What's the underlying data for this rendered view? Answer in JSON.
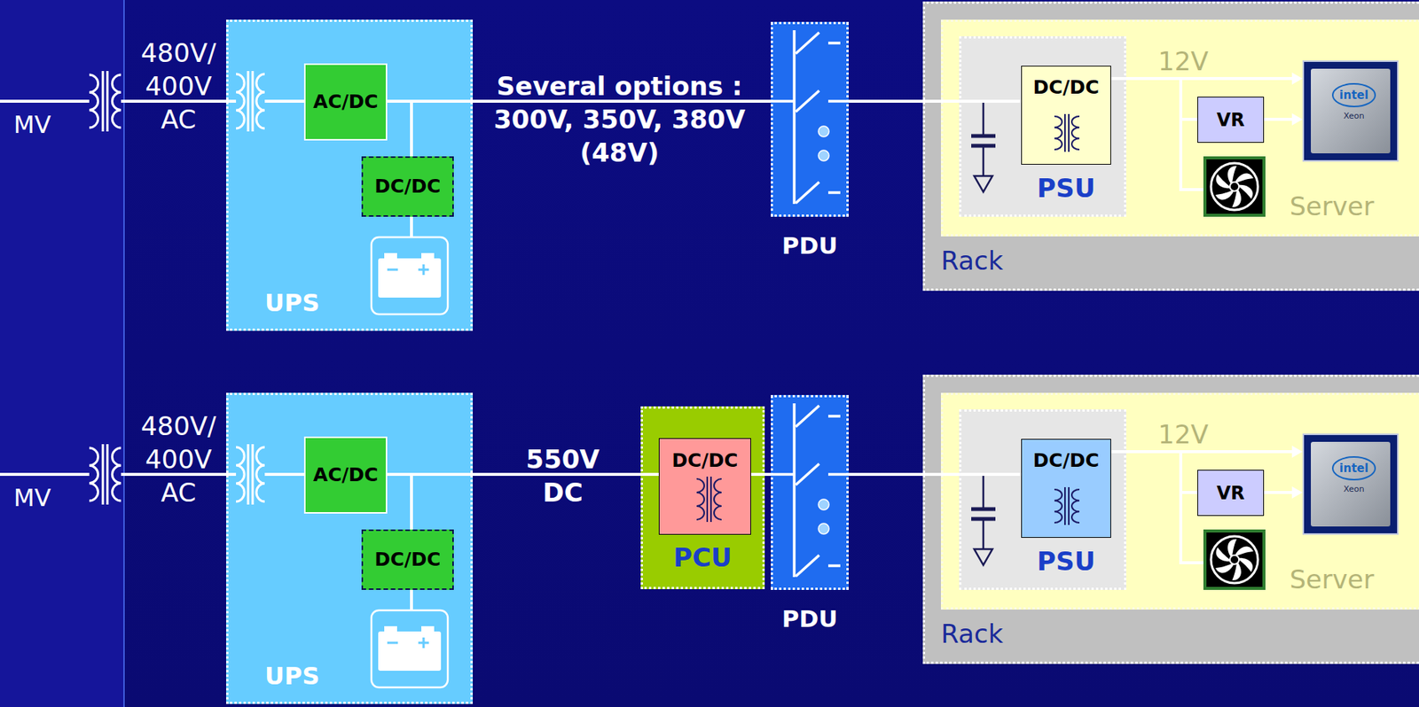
{
  "diagram": {
    "nodes": [
      {
        "text": [
          "UPS"
        ]
      },
      {
        "text": [
          "AC/DC"
        ],
        "in": 0
      },
      {
        "text": [
          "DC/DC"
        ],
        "in": 0
      },
      {
        "text": [
          "PDU"
        ]
      },
      {
        "text": [
          "Rack"
        ]
      },
      {
        "text": [
          "Server"
        ],
        "in": 4
      },
      {
        "text": [
          "PSU"
        ],
        "in": 5
      },
      {
        "text": [
          "DC/DC"
        ],
        "in": 6
      },
      {
        "text": [
          "VR"
        ],
        "in": 5
      },
      {
        "text": [
          "UPS"
        ]
      },
      {
        "text": [
          "AC/DC"
        ],
        "in": 9
      },
      {
        "text": [
          "DC/DC"
        ],
        "in": 9
      },
      {
        "text": [
          "PCU"
        ]
      },
      {
        "text": [
          "DC/DC"
        ],
        "in": 12
      },
      {
        "text": [
          "PDU"
        ]
      },
      {
        "text": [
          "Rack"
        ]
      },
      {
        "text": [
          "Server"
        ],
        "in": 15
      },
      {
        "text": [
          "PSU"
        ],
        "in": 16
      },
      {
        "text": [
          "DC/DC"
        ],
        "in": 17
      },
      {
        "text": [
          "VR"
        ],
        "in": 16
      }
    ],
    "edges": [
      {
        "from": 1,
        "to": 2,
        "arrow": "none"
      },
      {
        "from": 1,
        "to": 3,
        "label": "Several options : 300V, 350V, 380V (48V)",
        "arrow": "none"
      },
      {
        "from": 3,
        "to": 7,
        "arrow": "none"
      },
      {
        "from": 7,
        "to": 8,
        "arrow": "none"
      },
      {
        "from": 10,
        "to": 11,
        "arrow": "none"
      },
      {
        "from": 10,
        "to": 13,
        "label": "550V DC",
        "arrow": "none"
      },
      {
        "from": 13,
        "to": 14,
        "arrow": "none"
      },
      {
        "from": 14,
        "to": 18,
        "arrow": "none"
      },
      {
        "from": 18,
        "to": 19,
        "arrow": "none"
      }
    ],
    "labels": [
      "MV",
      "480V/ 400V AC",
      "12V",
      "intel",
      "Xeon",
      "MV",
      "480V/ 400V AC",
      "12V",
      "intel",
      "Xeon"
    ]
  }
}
